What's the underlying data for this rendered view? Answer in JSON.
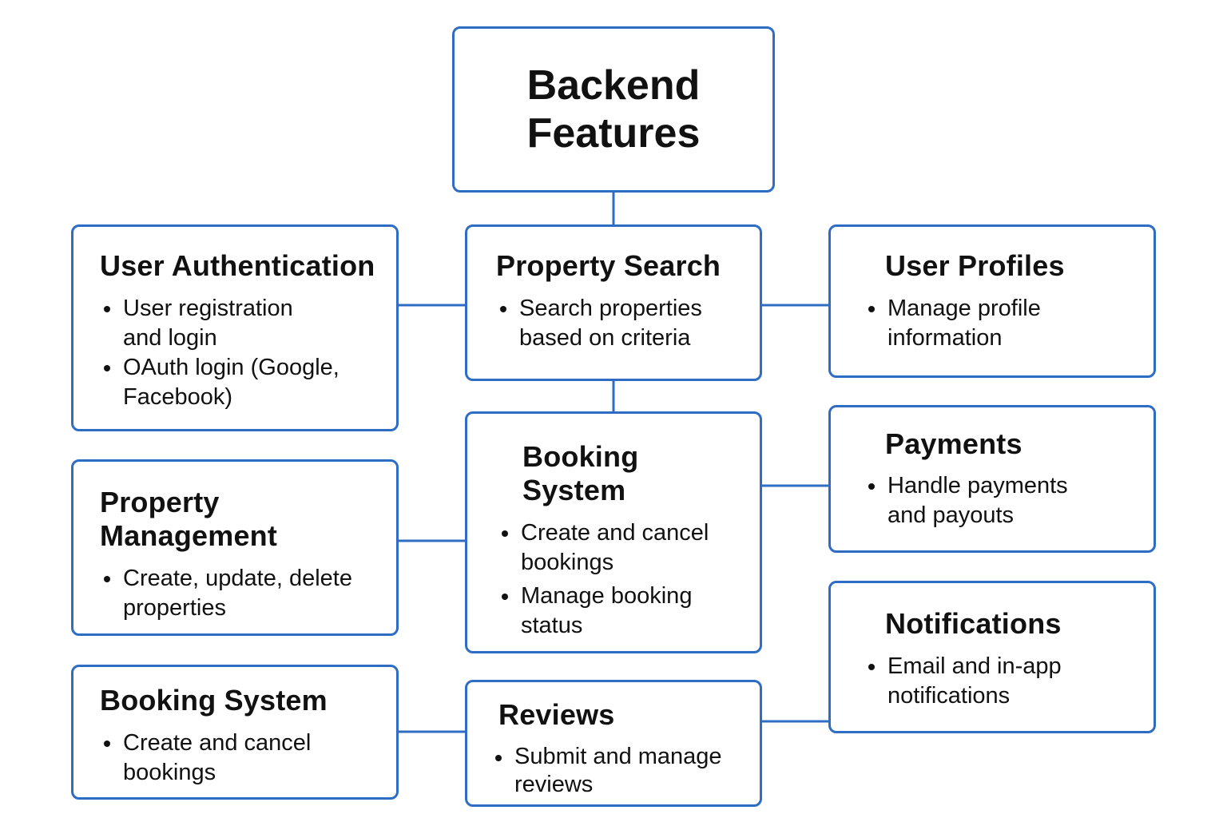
{
  "diagram": {
    "root": {
      "title": "Backend\nFeatures"
    },
    "nodes": {
      "user_authentication": {
        "title": "User Authentication",
        "bullets": [
          "User registration\nand login",
          "OAuth login (Google,\nFacebook)"
        ]
      },
      "property_search": {
        "title": "Property Search",
        "bullets": [
          "Search properties\nbased on criteria"
        ]
      },
      "user_profiles": {
        "title": "User Profiles",
        "bullets": [
          "Manage profile\ninformation"
        ]
      },
      "property_management": {
        "title": "Property\nManagement",
        "bullets": [
          "Create, update, delete\nproperties"
        ]
      },
      "booking_system_center": {
        "title": "Booking\nSystem",
        "bullets": [
          "Create and cancel\nbookings",
          "Manage booking\nstatus"
        ]
      },
      "payments": {
        "title": "Payments",
        "bullets": [
          "Handle payments\nand payouts"
        ]
      },
      "booking_system_left": {
        "title": "Booking System",
        "bullets": [
          "Create and cancel\nbookings"
        ]
      },
      "reviews": {
        "title": "Reviews",
        "bullets": [
          "Submit and manage\nreviews"
        ]
      },
      "notifications": {
        "title": "Notifications",
        "bullets": [
          "Email and in-app\nnotifications"
        ]
      }
    },
    "style": {
      "border_color": "#2f6cc4",
      "connector_color": "#2f6cc4",
      "text_color": "#111111",
      "background": "#ffffff"
    }
  }
}
